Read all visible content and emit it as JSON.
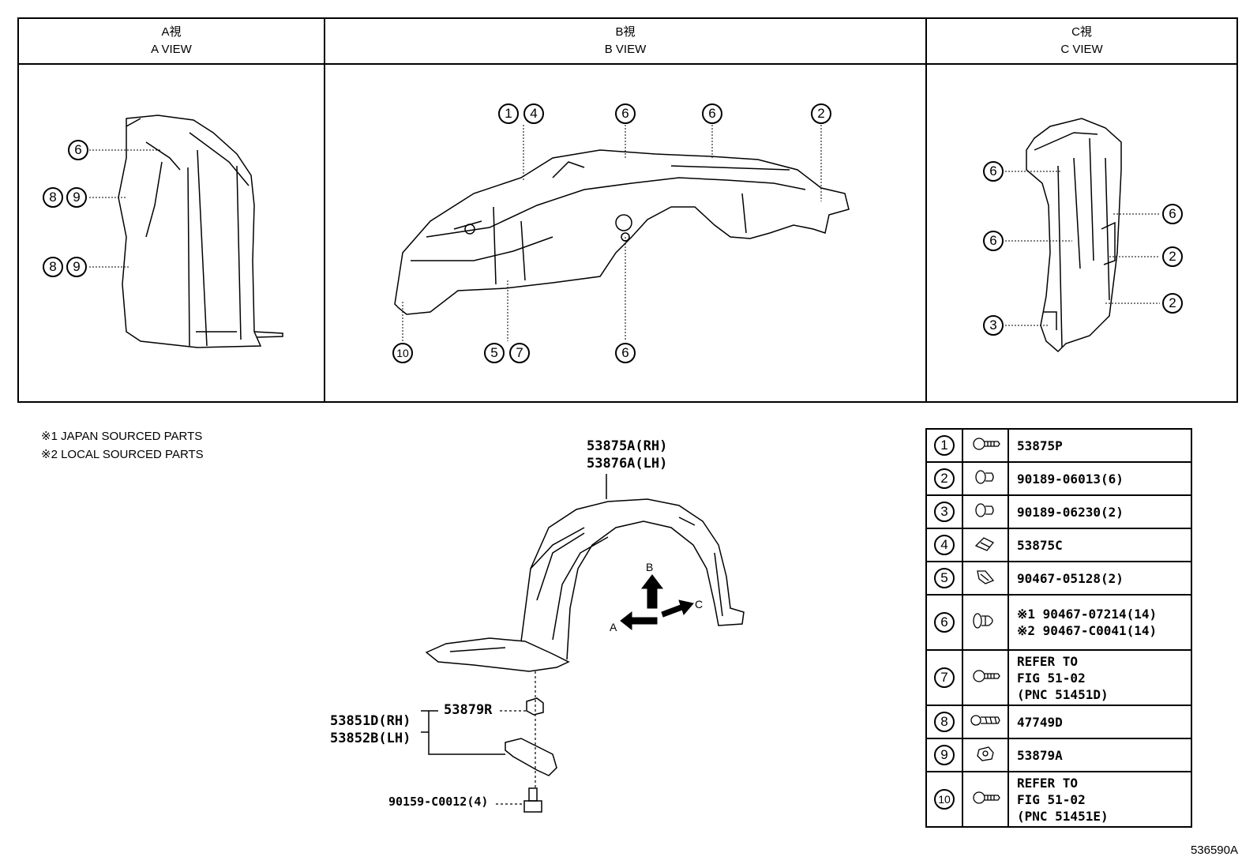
{
  "views": [
    {
      "jp": "A視",
      "en": "A VIEW"
    },
    {
      "jp": "B視",
      "en": "B VIEW"
    },
    {
      "jp": "C視",
      "en": "C VIEW"
    }
  ],
  "callouts": {
    "a_view": [
      "6",
      "8",
      "9",
      "8",
      "9"
    ],
    "b_view": [
      "1",
      "4",
      "6",
      "6",
      "2",
      "5",
      "7",
      "6",
      "10"
    ],
    "c_view": [
      "6",
      "6",
      "6",
      "2",
      "2",
      "3"
    ]
  },
  "notes": [
    "※1 JAPAN SOURCED PARTS",
    "※2 LOCAL SOURCED PARTS"
  ],
  "part_labels": {
    "liner_rh": "53875A(RH)",
    "liner_lh": "53876A(LH)",
    "clip": "53879R",
    "shield_rh": "53851D(RH)",
    "shield_lh": "53852B(LH)",
    "bolt": "90159-C0012(4)"
  },
  "arrows": {
    "a": "A",
    "b": "B",
    "c": "C"
  },
  "legend": [
    {
      "num": "1",
      "icon": "screw-clip-icon",
      "lines": [
        "53875P"
      ]
    },
    {
      "num": "2",
      "icon": "push-clip-icon",
      "lines": [
        "90189-06013(6)"
      ]
    },
    {
      "num": "3",
      "icon": "push-clip-icon",
      "lines": [
        "90189-06230(2)"
      ]
    },
    {
      "num": "4",
      "icon": "spring-nut-icon",
      "lines": [
        "53875C"
      ]
    },
    {
      "num": "5",
      "icon": "spring-nut-icon",
      "lines": [
        "90467-05128(2)"
      ]
    },
    {
      "num": "6",
      "icon": "rivet-clip-icon",
      "lines": [
        "※1 90467-07214(14)",
        "※2 90467-C0041(14)"
      ]
    },
    {
      "num": "7",
      "icon": "screw-clip-icon",
      "lines": [
        "REFER TO",
        "FIG 51-02",
        "(PNC 51451D)"
      ]
    },
    {
      "num": "8",
      "icon": "grommet-icon",
      "lines": [
        "47749D"
      ]
    },
    {
      "num": "9",
      "icon": "nut-clip-icon",
      "lines": [
        "53879A"
      ]
    },
    {
      "num": "10",
      "icon": "screw-clip-icon",
      "lines": [
        "REFER TO",
        "FIG 51-02",
        "(PNC 51451E)"
      ]
    }
  ],
  "figure_id": "536590A"
}
